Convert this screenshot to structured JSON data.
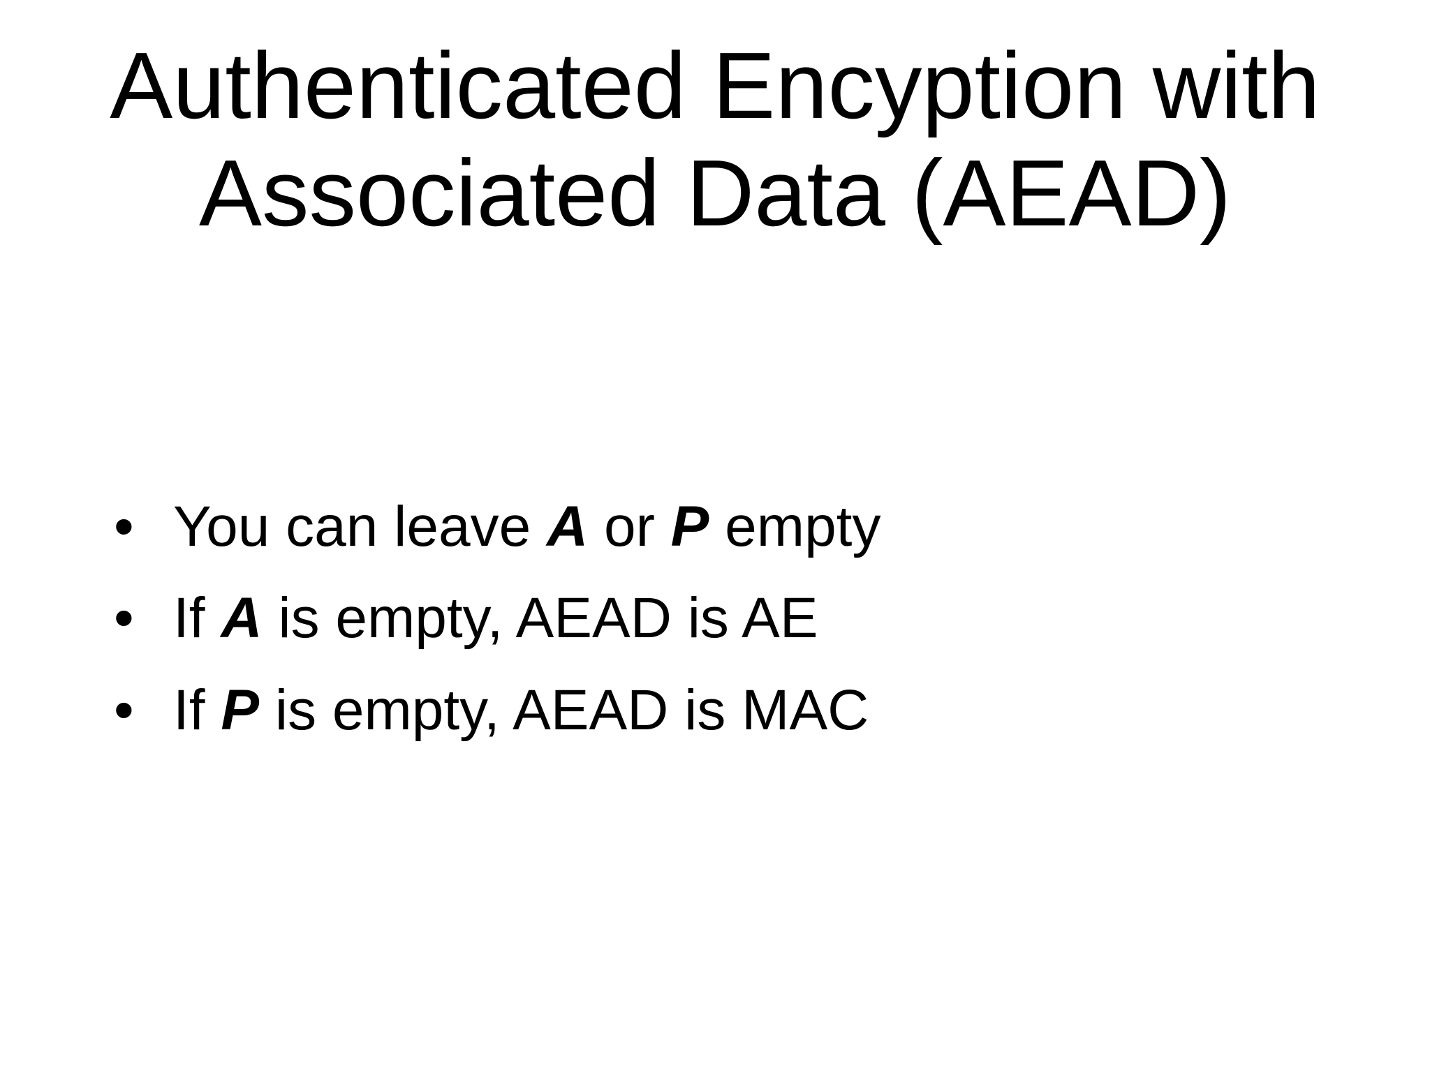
{
  "slide": {
    "colors": {
      "background": "#ffffff",
      "text": "#000000"
    },
    "title": {
      "line1": "Authenticated Encyption with",
      "line2": "Associated Data (AEAD)"
    },
    "bullet_char": "•",
    "bullets": [
      {
        "parts": [
          {
            "t": "You can leave "
          },
          {
            "t": "A",
            "em": true
          },
          {
            "t": " or "
          },
          {
            "t": "P",
            "em": true
          },
          {
            "t": " empty"
          }
        ]
      },
      {
        "parts": [
          {
            "t": "If "
          },
          {
            "t": "A",
            "em": true
          },
          {
            "t": " is empty, AEAD is AE"
          }
        ]
      },
      {
        "parts": [
          {
            "t": "If "
          },
          {
            "t": "P",
            "em": true
          },
          {
            "t": " is empty, AEAD is MAC"
          }
        ]
      }
    ]
  }
}
